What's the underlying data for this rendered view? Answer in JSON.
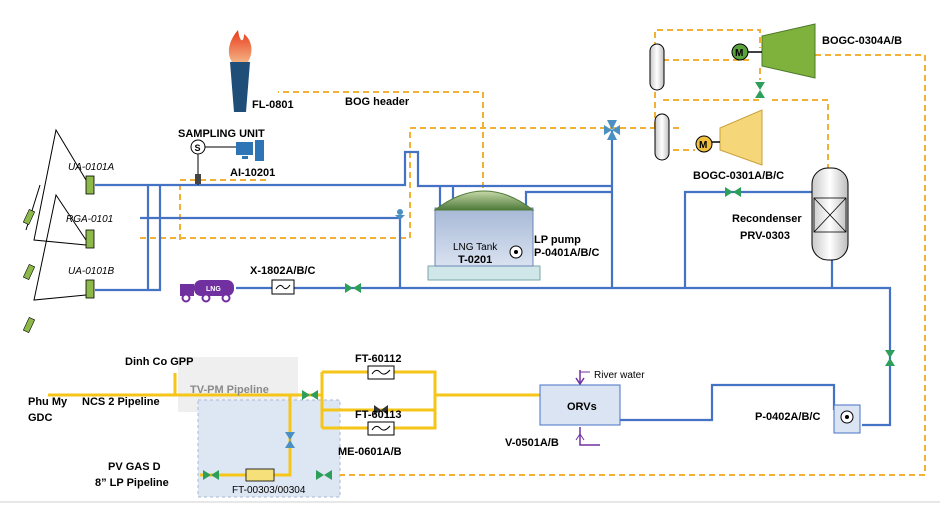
{
  "labels": {
    "flare": "FL-0801",
    "bog_header": "BOG header",
    "sampling_unit": "SAMPLING UNIT",
    "sampler_symbol": "S",
    "analyzer": "AI-10201",
    "ua_a": "UA-0101A",
    "rga": "RGA-0101",
    "ua_b": "UA-0101B",
    "lng_tank_name": "LNG Tank",
    "lng_tank_tag": "T-0201",
    "lp_pump_name": "LP pump",
    "lp_pump_tag": "P-0401A/B/C",
    "truck_text": "LNG",
    "heater": "X-1802A/B/C",
    "bogc_0304": "BOGC-0304A/B",
    "bogc_0301": "BOGC-0301A/B/C",
    "motor_symbol": "M",
    "recondenser_name": "Recondenser",
    "recondenser_tag": "PRV-0303",
    "dinh_co": "Dinh Co GPP",
    "tv_pm": "TV-PM Pipeline",
    "phu_my_line1": "Phu My",
    "phu_my_line2": "GDC",
    "ncs2": "NCS 2 Pipeline",
    "pvgas_line1": "PV GAS D",
    "pvgas_line2": "8” LP Pipeline",
    "ft_00303": "FT-00303/00304",
    "ft_60112": "FT-60112",
    "ft_60113": "FT-60113",
    "metering": "ME-0601A/B",
    "orv_name": "ORVs",
    "orv_tag": "V-0501A/B",
    "river_water": "River water",
    "hp_pump": "P-0402A/B/C"
  },
  "colors": {
    "lng_line": "#4472c4",
    "bog_line": "#f2b134",
    "gas_line": "#f5c518",
    "valve": "#2e9e5b",
    "compressor_0304": "#7fb13d",
    "compressor_0301": "#f5d77a",
    "truck": "#7030a0",
    "flare": "#1f4e79"
  }
}
